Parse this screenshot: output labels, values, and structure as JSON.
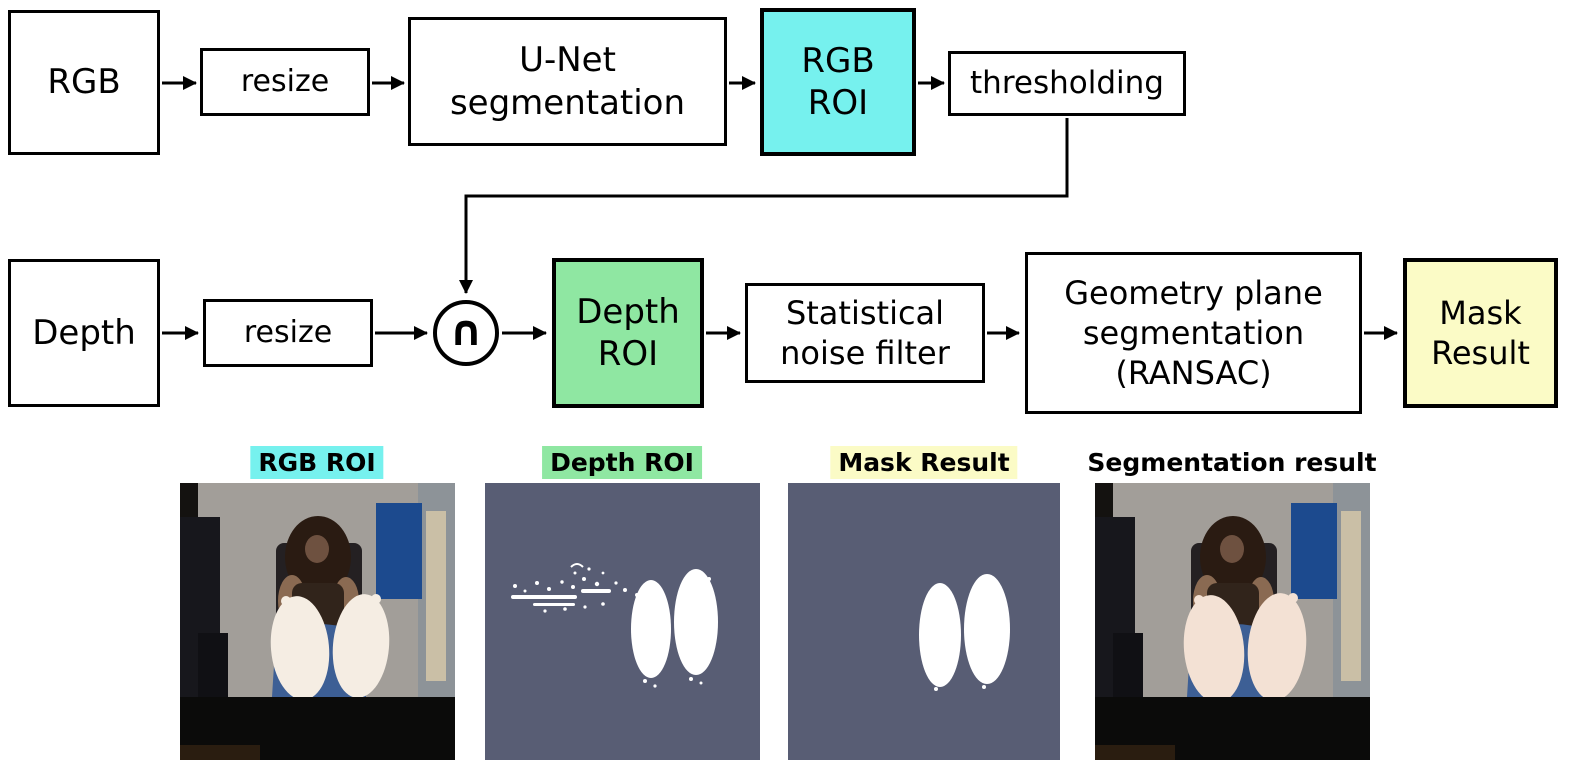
{
  "diagram": {
    "nodes": {
      "rgb": {
        "label": "RGB"
      },
      "resize_top": {
        "label": "resize"
      },
      "unet": {
        "label": "U-Net\nsegmentation"
      },
      "rgb_roi": {
        "label": "RGB\nROI",
        "fill": "#76f1ee"
      },
      "thresholding": {
        "label": "thresholding"
      },
      "depth": {
        "label": "Depth"
      },
      "resize_bottom": {
        "label": "resize"
      },
      "intersection": {
        "label": "∩"
      },
      "depth_roi": {
        "label": "Depth\nROI",
        "fill": "#8fe7a2"
      },
      "noise_filter": {
        "label": "Statistical\nnoise filter"
      },
      "geometry": {
        "label": "Geometry plane\nsegmentation\n(RANSAC)"
      },
      "mask_result": {
        "label": "Mask\nResult",
        "fill": "#fbfbc6"
      }
    },
    "line_color": "#000000"
  },
  "results": {
    "items": [
      {
        "label": "RGB ROI",
        "highlight": "#76f1ee"
      },
      {
        "label": "Depth ROI",
        "highlight": "#8fe7a2"
      },
      {
        "label": "Mask Result",
        "highlight": "#fbfbc6"
      },
      {
        "label": "Segmentation result",
        "highlight": "none"
      }
    ]
  }
}
